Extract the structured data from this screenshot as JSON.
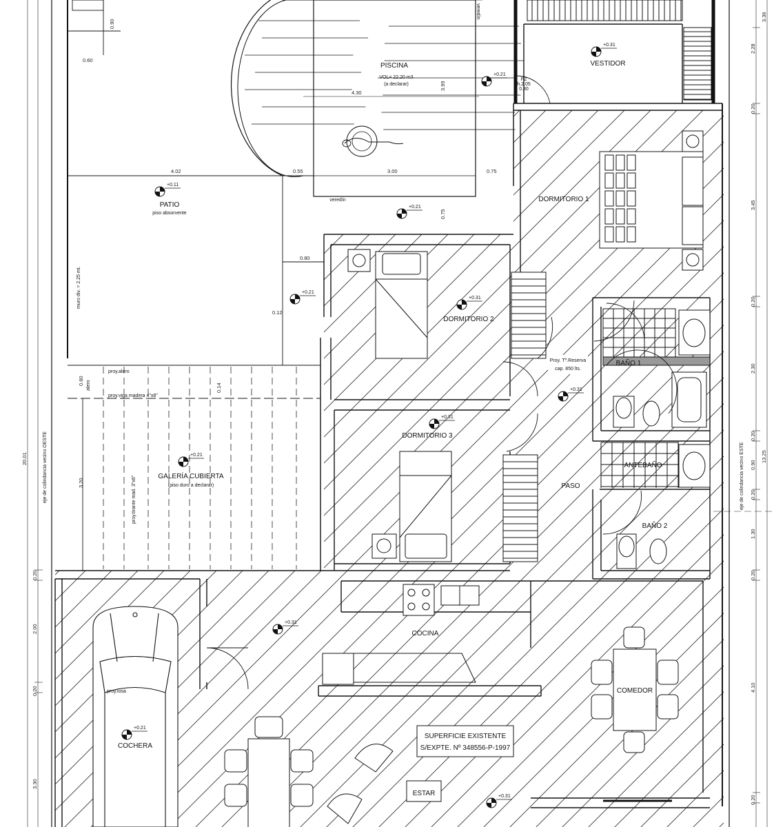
{
  "rooms": {
    "piscina": {
      "name": "PISCINA",
      "vol": "VOL= 22.20 m3",
      "note": "(a declarar)"
    },
    "vestidor": {
      "name": "VESTIDOR"
    },
    "patio": {
      "name": "PATIO",
      "note": "piso absorvente"
    },
    "dormitorio1": {
      "name": "DORMITORIO 1"
    },
    "dormitorio2": {
      "name": "DORMITORIO 2"
    },
    "dormitorio3": {
      "name": "DORMITORIO 3"
    },
    "bano1": {
      "name": "BAÑO 1"
    },
    "antebano": {
      "name": "ANTEBAÑO"
    },
    "bano2": {
      "name": "BAÑO 2"
    },
    "paso": {
      "name": "PASO"
    },
    "galeria": {
      "name": "GALERÍA CUBIERTA",
      "note": "(piso duro a declarar)"
    },
    "cocina": {
      "name": "COCINA"
    },
    "comedor": {
      "name": "COMEDOR"
    },
    "cochera": {
      "name": "COCHERA"
    },
    "estar": {
      "name": "ESTAR"
    }
  },
  "notes": {
    "superficie_line1": "SUPERFICIE EXISTENTE",
    "superficie_line2": "S/EXPTE. Nº 348556-P-1997",
    "tanque_line1": "Proy. Tº.Reserva",
    "tanque_line2": "cap. 850 lts.",
    "vereda1": "veredín",
    "vereda2": "veredín",
    "muro": "muro div. = 2.25 mt.",
    "proy_alero": "proy.alero",
    "proy_viga": "proy.viga madera 4\"x8\"",
    "proy_tirante": "proy.tirante mad. 3\"x6\"",
    "proy_losa": "proy.losa",
    "alero": "alero",
    "eje_oeste": "eje de colindancia vecino OESTE",
    "eje_este": "eje de colindancia vecino ESTE",
    "door_p2": "P2",
    "door_p2_h": "h.2.05",
    "door_p2_w": "0.80"
  },
  "levels": {
    "vestidor": "+0.31",
    "piscina": "+0.21",
    "patio": "+0.11",
    "vereda": "+0.21",
    "dorm2": "+0.31",
    "patio2": "+0.21",
    "paso": "+0.31",
    "dorm3": "+0.31",
    "galeria": "+0.21",
    "cocina": "+0.31",
    "cochera": "+0.21",
    "estar": "+0.31"
  },
  "dims": {
    "d090": "0.90",
    "d060a": "0.60",
    "d430": "4.30",
    "d399": "3.99",
    "d402": "4.02",
    "d055": "0.55",
    "d300": "3.00",
    "d075a": "0.75",
    "d075b": "0.75",
    "d080": "0.80",
    "d012": "0.12",
    "d060b": "0.60",
    "d014": "0.14",
    "d320": "3.20",
    "left_total": "20.01",
    "l020a": "0.20",
    "l200": "2.00",
    "l020b": "0.20",
    "l330": "3.30",
    "r336": "3.36",
    "r228": "2.28",
    "r020a": "0.20",
    "r345": "3.45",
    "r020b": "0.20",
    "r230": "2.30",
    "r020c": "0.20",
    "r090": "0.90",
    "r020d": "0.20",
    "r130": "1.30",
    "r020e": "0.20",
    "r410": "4.10",
    "r020f": "0.20",
    "r_total": "13.25"
  }
}
